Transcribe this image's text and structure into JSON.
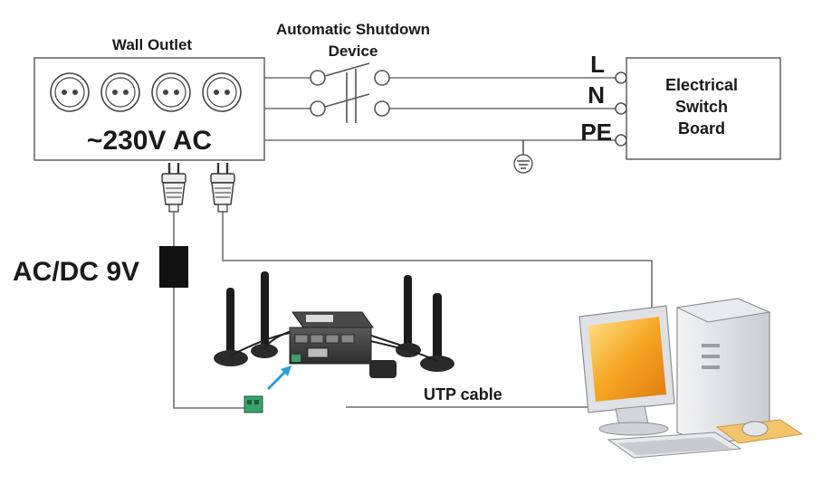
{
  "labels": {
    "wall_outlet": "Wall Outlet",
    "shutdown_line1": "Automatic Shutdown",
    "shutdown_line2": "Device",
    "voltage": "~230V AC",
    "line_l": "L",
    "line_n": "N",
    "line_pe": "PE",
    "board_line1": "Electrical",
    "board_line2": "Switch",
    "board_line3": "Board",
    "adapter": "AC/DC 9V",
    "utp": "UTP cable"
  },
  "colors": {
    "wire": "#6e6e6e",
    "monitor_screen": "#f5a623",
    "connector": "#3aa16a",
    "arrow": "#2a9fd6",
    "mousepad": "#f2c46b"
  },
  "icons": {
    "ground": "ground-symbol-icon",
    "router": "router-device-icon",
    "computer": "desktop-computer-icon",
    "plug": "power-plug-icon"
  }
}
